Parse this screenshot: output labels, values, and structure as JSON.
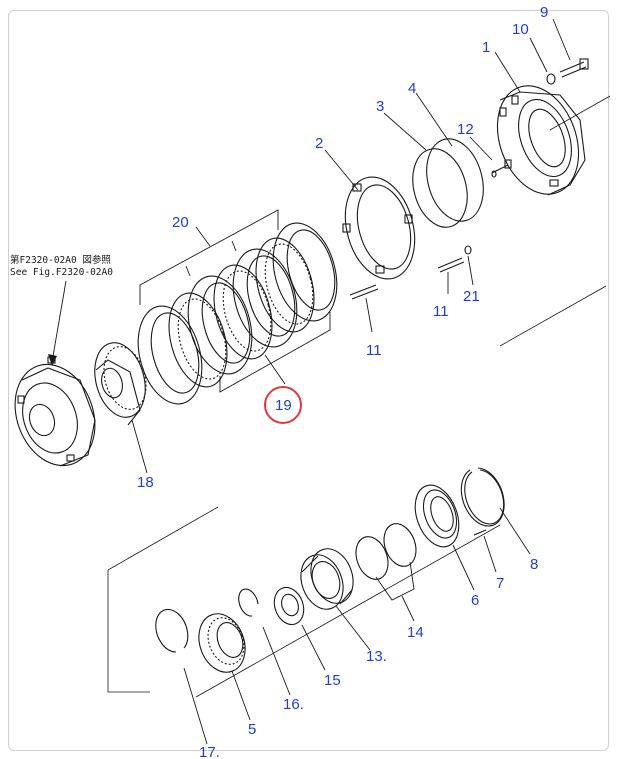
{
  "diagram": {
    "note_line1": "第F2320-02A0 図参照",
    "note_line2": "See Fig.F2320-02A0",
    "highlighted_part": "19",
    "callouts": {
      "c1": "1",
      "c2": "2",
      "c3": "3",
      "c4": "4",
      "c5": "5",
      "c6": "6",
      "c7": "7",
      "c8": "8",
      "c9": "9",
      "c10": "10",
      "c11a": "11",
      "c11b": "11",
      "c12": "12",
      "c13": "13.",
      "c14": "14",
      "c15": "15",
      "c16": "16.",
      "c17": "17.",
      "c18": "18",
      "c19": "19",
      "c20": "20",
      "c21": "21"
    },
    "colors": {
      "callout": "#1f3fd0",
      "highlight": "#e03a3a",
      "line": "#1a1a1a"
    }
  }
}
